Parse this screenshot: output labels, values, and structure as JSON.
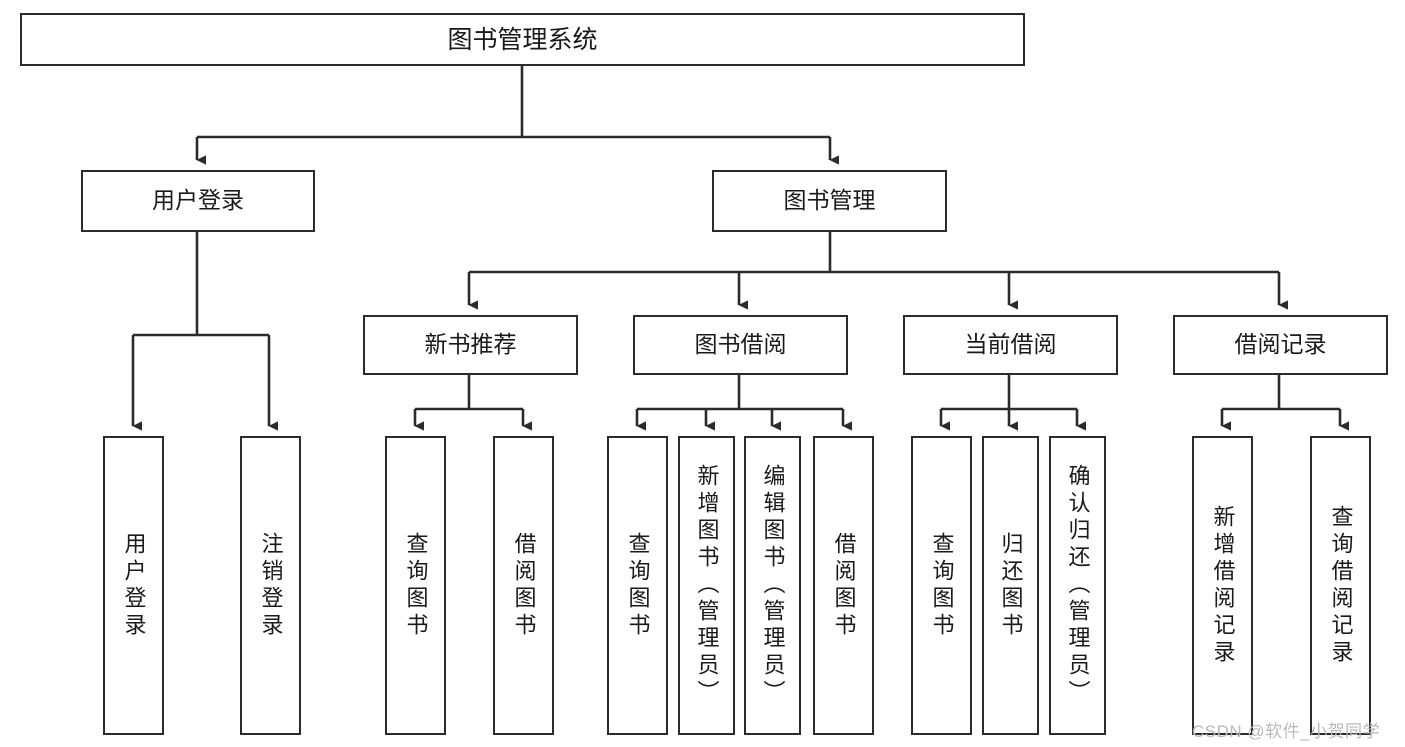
{
  "diagram": {
    "title": "图书管理系统",
    "type": "tree-hierarchy-chart",
    "colors": {
      "stroke": "#2b2b2b",
      "fill": "#ffffff",
      "text": "#1a1a1a",
      "watermark": "#b9b9b9"
    },
    "root": {
      "label": "图书管理系统"
    },
    "level2": [
      {
        "label": "用户登录"
      },
      {
        "label": "图书管理"
      }
    ],
    "level3": [
      {
        "label": "新书推荐"
      },
      {
        "label": "图书借阅"
      },
      {
        "label": "当前借阅"
      },
      {
        "label": "借阅记录"
      }
    ],
    "leaves": {
      "user_login": [
        {
          "label": "用户登录"
        },
        {
          "label": "注销登录"
        }
      ],
      "new_book_recommend": [
        {
          "label": "查询图书"
        },
        {
          "label": "借阅图书"
        }
      ],
      "book_borrow": [
        {
          "label": "查询图书"
        },
        {
          "label": "新增图书（管理员）"
        },
        {
          "label": "编辑图书（管理员）"
        },
        {
          "label": "借阅图书"
        }
      ],
      "current_borrow": [
        {
          "label": "查询图书"
        },
        {
          "label": "归还图书"
        },
        {
          "label": "确认归还（管理员）"
        }
      ],
      "borrow_record": [
        {
          "label": "新增借阅记录"
        },
        {
          "label": "查询借阅记录"
        }
      ]
    },
    "watermark": "CSDN @软件_小贺同学"
  }
}
